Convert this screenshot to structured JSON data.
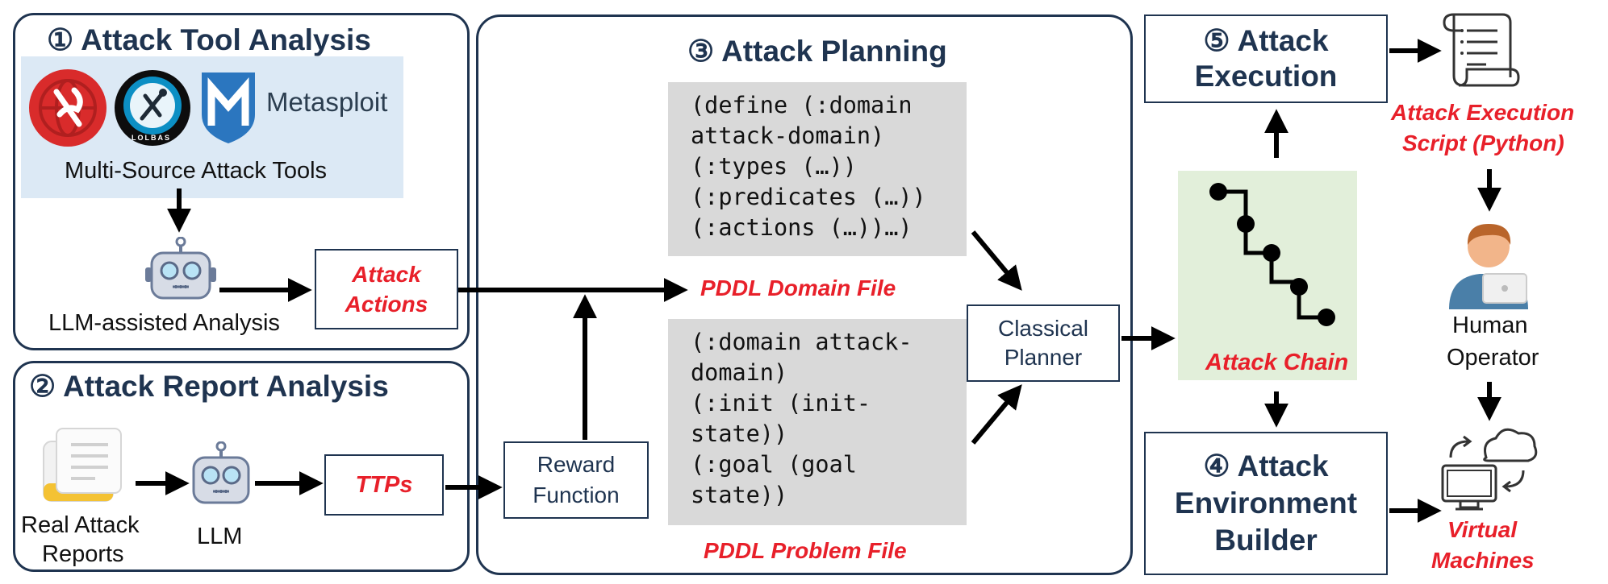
{
  "panels": {
    "tool_analysis": {
      "title": "① Attack Tool Analysis",
      "tools_caption": "Multi-Source Attack Tools",
      "metasploit_label": "Metasploit",
      "lolbas_label": "LOLBAS",
      "llm_label": "LLM-assisted Analysis",
      "actions_box": "Attack Actions"
    },
    "report_analysis": {
      "title": "② Attack Report Analysis",
      "reports_label_1": "Real Attack",
      "reports_label_2": "Reports",
      "llm_label": "LLM",
      "ttps_box": "TTPs",
      "reward_box_1": "Reward",
      "reward_box_2": "Function"
    },
    "planning": {
      "title": "③ Attack Planning",
      "domain_code": "(define (:domain\nattack-domain)\n(:types (…))\n(:predicates (…))\n(:actions (…))…)",
      "domain_label": "PDDL Domain File",
      "problem_code": "(:domain attack-\ndomain)\n(:init (init-\nstate))\n(:goal (goal\nstate))",
      "problem_label": "PDDL Problem File",
      "planner_1": "Classical",
      "planner_2": "Planner"
    },
    "execution": {
      "title_1": "⑤ Attack",
      "title_2": "Execution",
      "script_label_1": "Attack Execution",
      "script_label_2": "Script (Python)",
      "operator_1": "Human",
      "operator_2": "Operator"
    },
    "chain": {
      "label": "Attack Chain"
    },
    "builder": {
      "title_1": "④ Attack",
      "title_2": "Environment",
      "title_3": "Builder",
      "vm_label_1": "Virtual",
      "vm_label_2": "Machines"
    }
  },
  "colors": {
    "navy": "#1f3450",
    "red": "#e8202a",
    "tools_bg": "#dce9f5",
    "chain_bg": "#e2efda",
    "code_bg": "#d9d9d9"
  }
}
